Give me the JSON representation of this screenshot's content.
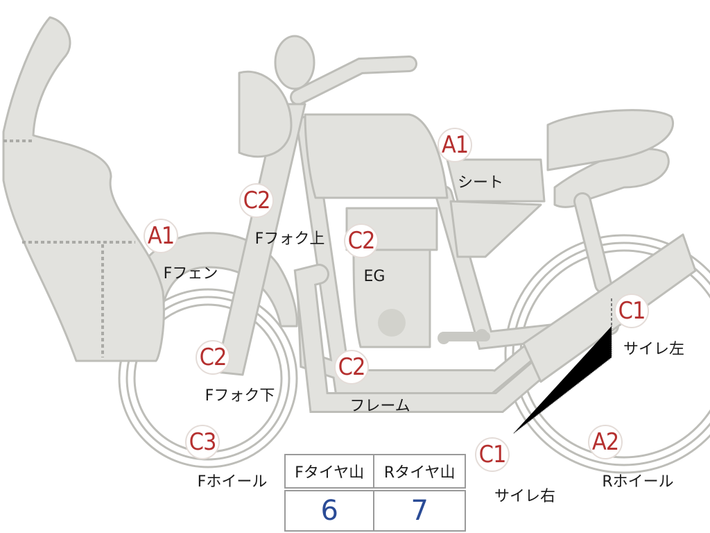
{
  "parts": [
    {
      "id": "fender-front",
      "grade": "A1",
      "label": "Fフェン"
    },
    {
      "id": "fork-upper",
      "grade": "C2",
      "label": "Fフォク上"
    },
    {
      "id": "fork-lower",
      "grade": "C2",
      "label": "Fフォク下"
    },
    {
      "id": "wheel-front",
      "grade": "C3",
      "label": "Fホイール"
    },
    {
      "id": "engine",
      "grade": "C2",
      "label": "EG"
    },
    {
      "id": "frame",
      "grade": "C2",
      "label": "フレーム"
    },
    {
      "id": "seat",
      "grade": "A1",
      "label": "シート"
    },
    {
      "id": "muffler-left",
      "grade": "C1",
      "label": "サイレ左"
    },
    {
      "id": "muffler-right",
      "grade": "C1",
      "label": "サイレ右"
    },
    {
      "id": "wheel-rear",
      "grade": "A2",
      "label": "Rホイール"
    }
  ],
  "tire_table": {
    "headers": [
      "Fタイヤ山",
      "Rタイヤ山"
    ],
    "values": [
      "6",
      "7"
    ]
  },
  "colors": {
    "grade_text": "#b5302f",
    "tire_value": "#2a4b96",
    "part_fill": "#e2e2de",
    "part_stroke": "#bdbdb8"
  }
}
